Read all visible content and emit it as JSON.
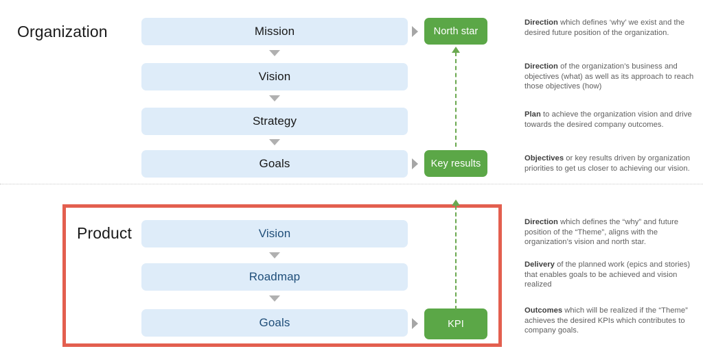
{
  "sections": [
    {
      "id": "organization",
      "heading": "Organization",
      "boxes": [
        {
          "label": "Mission"
        },
        {
          "label": "Vision"
        },
        {
          "label": "Strategy"
        },
        {
          "label": "Goals"
        }
      ],
      "badges": [
        {
          "label": "North star"
        },
        {
          "label": "Key results"
        }
      ]
    },
    {
      "id": "product",
      "heading": "Product",
      "boxes": [
        {
          "label": "Vision"
        },
        {
          "label": "Roadmap"
        },
        {
          "label": "Goals"
        }
      ],
      "badges": [
        {
          "label": "KPI"
        }
      ]
    }
  ],
  "notes": [
    {
      "lead": "Direction",
      "rest": " which defines ‘why’ we exist and the desired future position of the organization."
    },
    {
      "lead": "Direction",
      "rest": " of the organization’s business and objectives (what) as well as its approach to reach those objectives (how)"
    },
    {
      "lead": "Plan",
      "rest": " to achieve the organization vision and drive towards the desired company outcomes."
    },
    {
      "lead": "Objectives",
      "rest": " or key results driven by organization priorities to get us closer to achieving our vision."
    },
    {
      "lead": "Direction",
      "rest": " which defines the “why” and future position of the “Theme”, aligns with the organization’s vision and north star."
    },
    {
      "lead": "Delivery",
      "rest": " of the planned work (epics and stories) that enables goals to be achieved and vision realized"
    },
    {
      "lead": "Outcomes",
      "rest": " which will be realized if the “Theme” achieves the desired KPIs which contributes to company goals."
    }
  ],
  "colors": {
    "box_fill": "#deecf9",
    "badge_fill": "#5ba747",
    "highlight_border": "#e35f4f",
    "arrow_green": "#6aa84f",
    "connector_gray": "#b0b0b0",
    "org_text": "#171717",
    "product_text": "#1f4e79"
  }
}
